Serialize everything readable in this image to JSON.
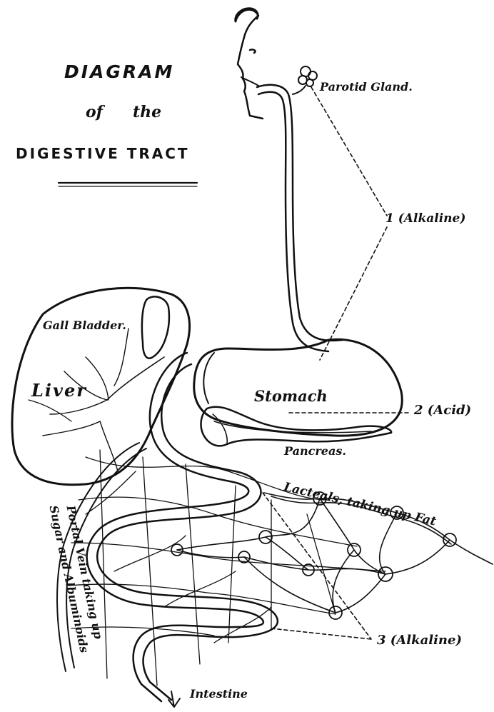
{
  "title": {
    "line1": "DIAGRAM",
    "line2a": "of",
    "line2b": "the",
    "line3": "DIGESTIVE TRACT"
  },
  "labels": {
    "parotid": "Parotid Gland.",
    "alkaline1": "1 (Alkaline)",
    "gall": "Gall Bladder.",
    "liver": "Liver",
    "stomach": "Stomach",
    "acid2": "2 (Acid)",
    "pancreas": "Pancreas.",
    "lacteals": "Lacteals, taking up Fat",
    "portal1": "Portal Vein taking up",
    "portal2": "Sugar and Albuminoids",
    "alkaline3": "3 (Alkaline)",
    "intestine": "Intestine"
  },
  "colors": {
    "ink": "#111111",
    "paper": "#ffffff"
  }
}
